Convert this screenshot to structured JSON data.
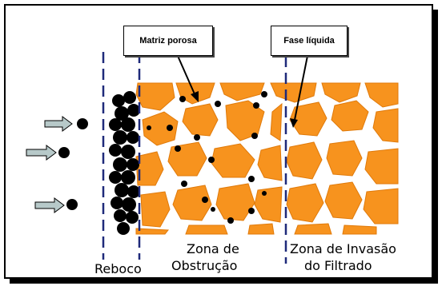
{
  "callouts": {
    "porous_matrix": "Matriz porosa",
    "liquid_phase": "Fase líquida"
  },
  "zones": {
    "reboco": "Reboco",
    "obstruction_line1": "Zona de",
    "obstruction_line2": "Obstrução",
    "invasion_line1": "Zona de Invasão",
    "invasion_line2": "do Filtrado"
  },
  "colors": {
    "grain": "#f7931e",
    "particle": "#000000",
    "dashed_line": "#1f2a7a",
    "arrow_fill": "#b7c9c9"
  }
}
